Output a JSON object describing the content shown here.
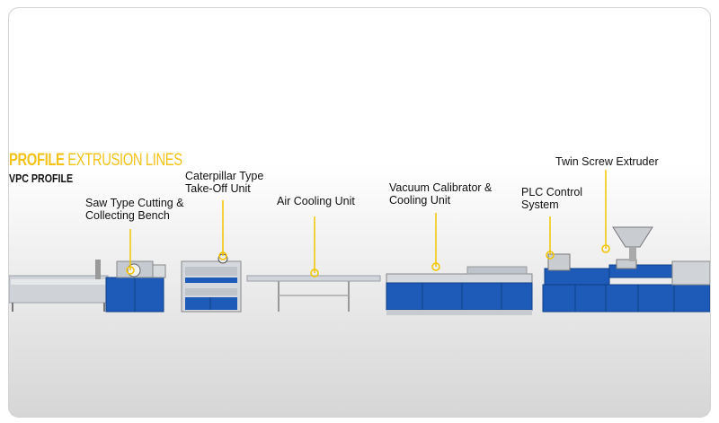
{
  "heading": {
    "line1_bold": "PROFILE",
    "line1_light": "EXTRUSION LINES",
    "line2": "VPC PROFILE"
  },
  "labels": {
    "saw": {
      "line1": "Saw Type Cutting &",
      "line2": "Collecting Bench"
    },
    "caterpillar": {
      "line1": "Caterpillar Type",
      "line2": "Take-Off Unit"
    },
    "air": {
      "line1": "Air Cooling Unit"
    },
    "vacuum": {
      "line1": "Vacuum Calibrator &",
      "line2": "Cooling Unit"
    },
    "plc": {
      "line1": "PLC Control",
      "line2": "System"
    },
    "extruder": {
      "line1": "Twin Screw Extruder"
    }
  },
  "colors": {
    "machine_blue": "#1e5bb8",
    "machine_grey": "#cfd3d8",
    "callout_yellow": "#f2c500",
    "heading_yellow": "#f3c31a"
  }
}
